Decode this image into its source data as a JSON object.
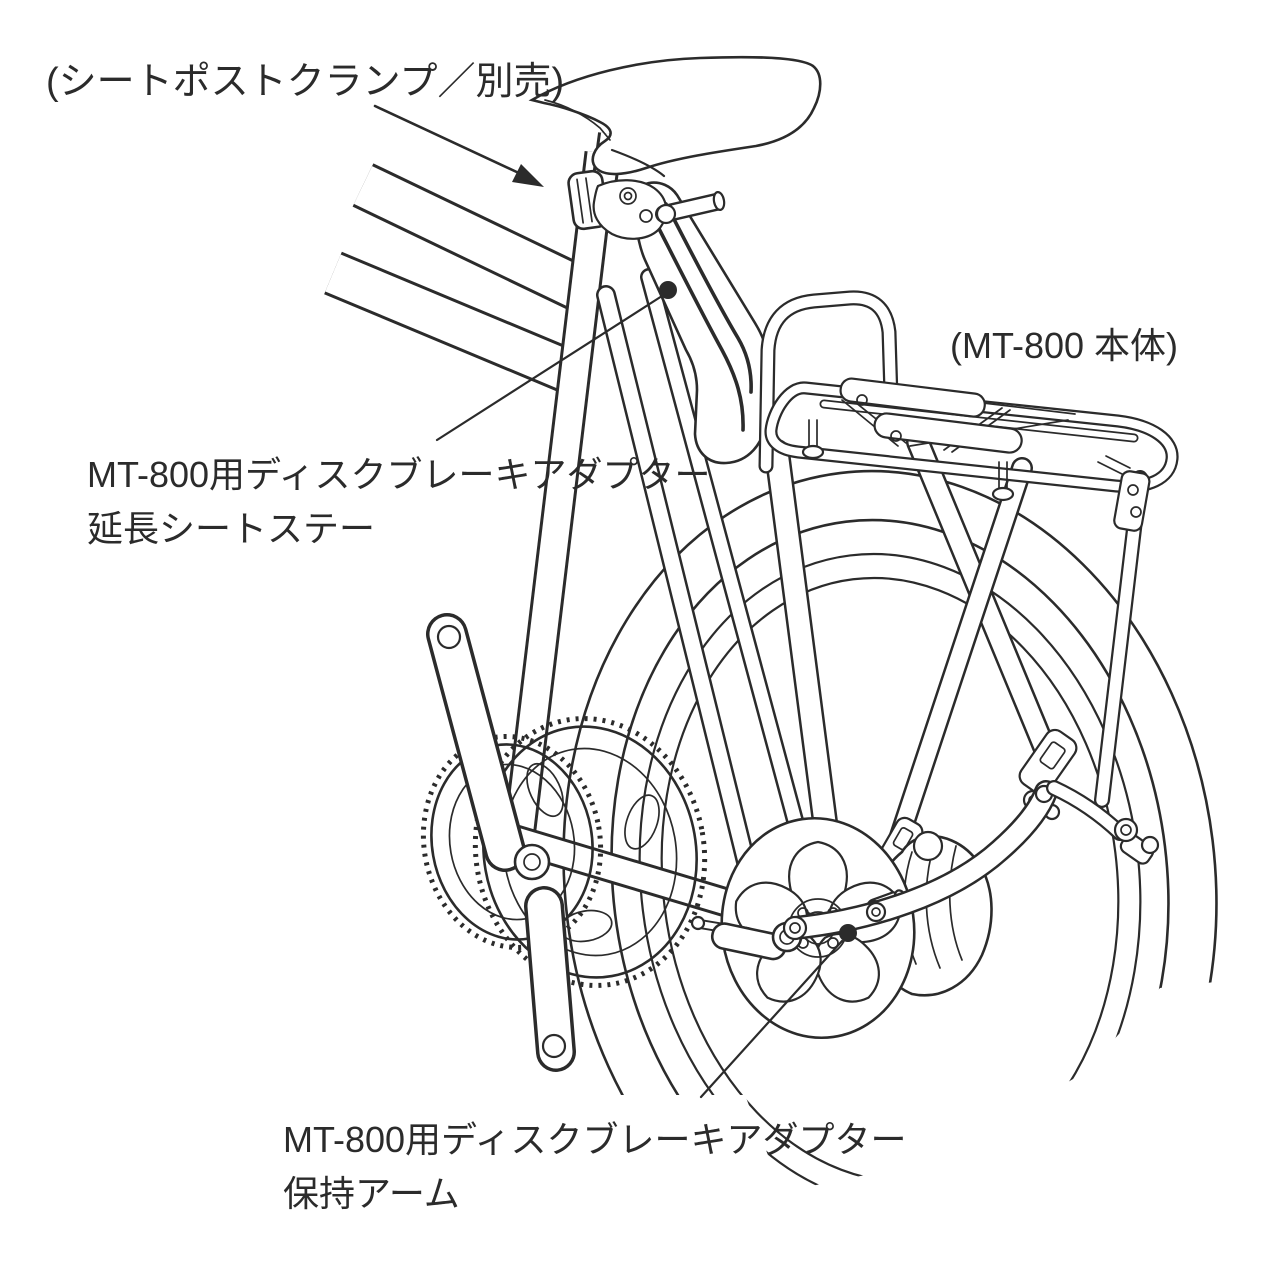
{
  "colors": {
    "background": "#ffffff",
    "line": "#2b2b2b"
  },
  "labels": {
    "seatpost_clamp": "(シートポストクランプ／別売)",
    "rack_body": "(MT-800 本体)",
    "ext_stay_line1": "MT-800用ディスクブレーキアダプター",
    "ext_stay_line2": "延長シートステー",
    "arm_line1": "MT-800用ディスクブレーキアダプター",
    "arm_line2": "保持アーム"
  }
}
